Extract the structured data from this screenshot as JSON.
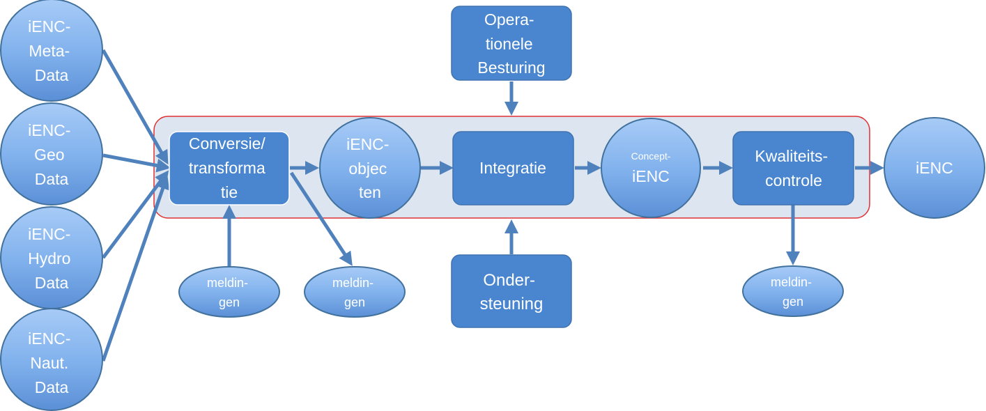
{
  "colors": {
    "process_fill": "#4a86cf",
    "process_stroke": "#3f72b0",
    "circle_light": "#a3c7f5",
    "circle_dark": "#5f92d8",
    "circle_stroke": "#41719c",
    "arrow": "#4f81bd",
    "container_fill": "#dce5f0",
    "container_stroke": "#e03030",
    "text": "#ffffff"
  },
  "inputs": [
    {
      "id": "meta",
      "lines": [
        "iENC-",
        "Meta-",
        "Data"
      ]
    },
    {
      "id": "geo",
      "lines": [
        "iENC-",
        "Geo",
        "Data"
      ]
    },
    {
      "id": "hydro",
      "lines": [
        "iENC-",
        "Hydro",
        "Data"
      ]
    },
    {
      "id": "naut",
      "lines": [
        "iENC-",
        "Naut.",
        "Data"
      ]
    }
  ],
  "control": {
    "lines": [
      "Opera-",
      "tionele",
      "Besturing"
    ]
  },
  "support": {
    "lines": [
      "Onder-",
      "steuning"
    ]
  },
  "pipeline": {
    "conversion": {
      "lines": [
        "Conversie/",
        "transforma",
        "tie"
      ]
    },
    "objects": {
      "lines": [
        "iENC-",
        "objec",
        "ten"
      ]
    },
    "integration": {
      "label": "Integratie"
    },
    "concept": {
      "small": "Concept-",
      "main": "iENC"
    },
    "quality": {
      "lines": [
        "Kwaliteits-",
        "controle"
      ]
    }
  },
  "output": {
    "label": "iENC"
  },
  "messages": [
    {
      "id": "conversion-in",
      "lines": [
        "meldin-",
        "gen"
      ]
    },
    {
      "id": "conversion-out",
      "lines": [
        "meldin-",
        "gen"
      ]
    },
    {
      "id": "quality-out",
      "lines": [
        "meldin-",
        "gen"
      ]
    }
  ]
}
